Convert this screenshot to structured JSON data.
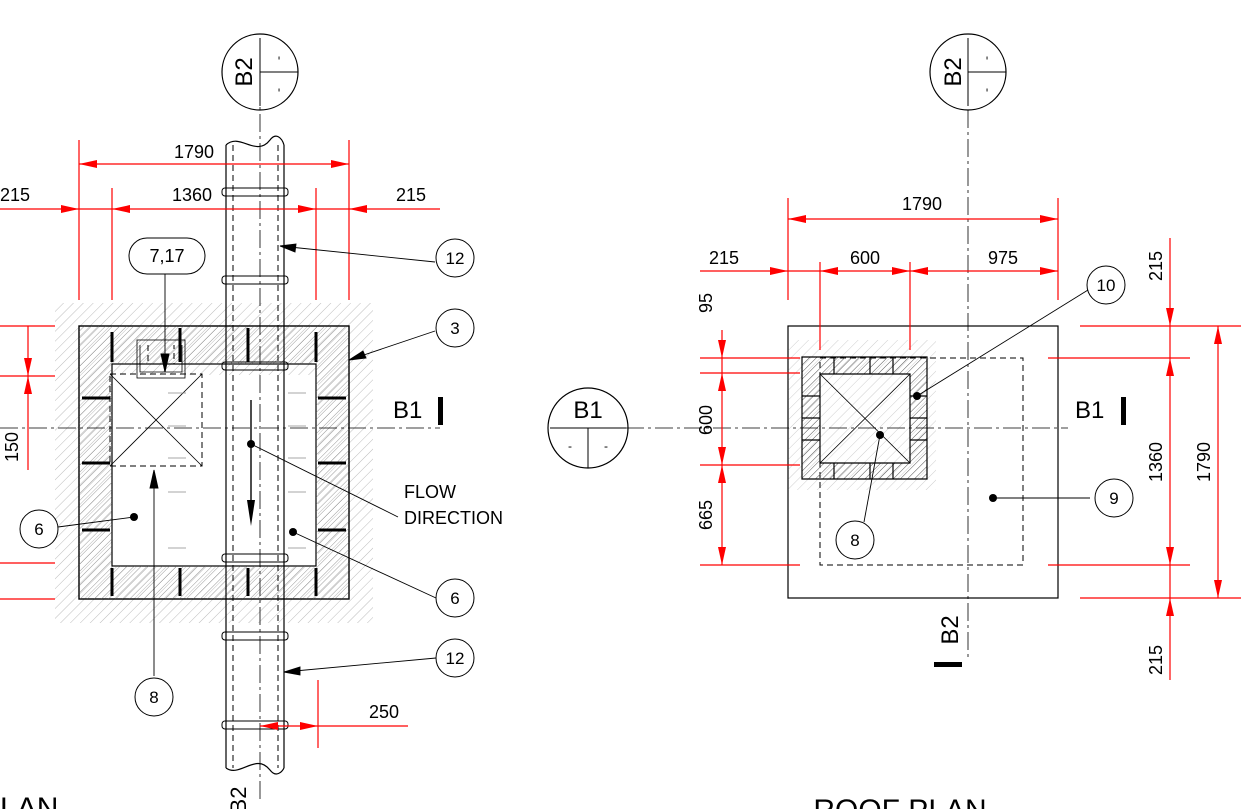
{
  "drawing": {
    "left_title": "PLAN",
    "right_title": "ROOF PLAN",
    "section_b1": "B1",
    "section_b2": "B2",
    "bubble_dash": "-",
    "flow_line1": "FLOW",
    "flow_line2": "DIRECTION"
  },
  "left_dims": {
    "top_overall": "1790",
    "inner_width": "1360",
    "left_wall": "215",
    "right_wall": "215",
    "side_150": "150",
    "bottom_250": "250"
  },
  "right_dims": {
    "top_overall": "1790",
    "d215": "215",
    "d600": "600",
    "d975": "975",
    "v95": "95",
    "v600": "600",
    "v665": "665",
    "r215_top": "215",
    "r1360": "1360",
    "r1790": "1790",
    "r215_bottom": "215"
  },
  "callouts_left": {
    "c717": "7,17",
    "c12_top": "12",
    "c3": "3",
    "c6_left": "6",
    "c6_right": "6",
    "c12_bottom": "12",
    "c8": "8"
  },
  "callouts_right": {
    "c10": "10",
    "c9": "9",
    "c8": "8"
  }
}
